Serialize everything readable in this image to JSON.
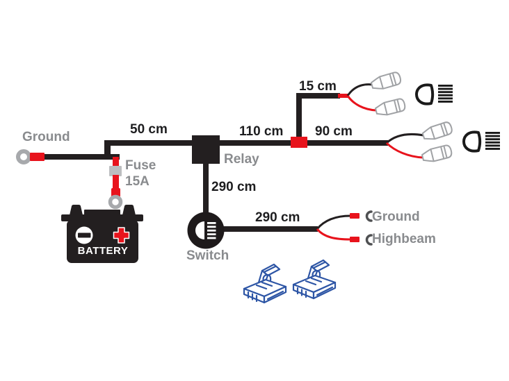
{
  "diagram": {
    "type": "fog-lamp-wiring-harness-diagram",
    "labels": {
      "ground_left": "Ground",
      "fuse_line1": "Fuse",
      "fuse_line2": "15A",
      "battery": "BATTERY",
      "relay": "Relay",
      "switch": "Switch",
      "ground_right": "Ground",
      "highbeam": "Highbeam"
    },
    "wire_lengths": {
      "ground_to_relay": "50 cm",
      "relay_to_splitter": "110 cm",
      "splitter_to_left_lamp": "15 cm",
      "splitter_to_right_lamp": "90 cm",
      "relay_to_switch": "290 cm",
      "switch_to_taps": "290 cm"
    },
    "colors": {
      "wire_black": "#231f20",
      "wire_red": "#e8131c",
      "label_gray": "#898b8e",
      "measurement_black": "#1d1d1f",
      "fuse_body_gray": "#bcbec0",
      "terminal_outline_gray": "#a7a9ac",
      "hook_terminal_gray": "#4f5052",
      "wire_tap_blue": "#2d55a5",
      "background": "#ffffff"
    },
    "icons": {
      "ring_terminal": "ring-terminal-icon",
      "fuse": "fuse-icon",
      "battery": "battery-icon",
      "relay_box": "relay-box",
      "junction": "junction-block",
      "switch": "switch-icon",
      "spade_connector": "spade-connector-icon",
      "fog_lamp": "fog-lamp-icon",
      "hook_terminal": "hook-terminal-icon",
      "wire_tap": "wire-tap-icon"
    }
  }
}
